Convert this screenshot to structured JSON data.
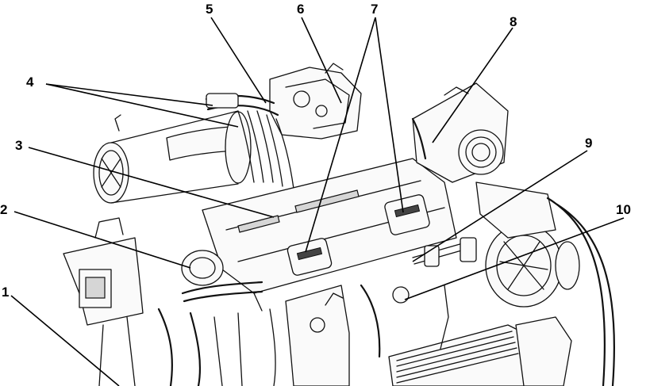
{
  "figure": {
    "callouts": [
      {
        "id": "c1",
        "label": "1"
      },
      {
        "id": "c2",
        "label": "2"
      },
      {
        "id": "c3",
        "label": "3"
      },
      {
        "id": "c4",
        "label": "4"
      },
      {
        "id": "c5",
        "label": "5"
      },
      {
        "id": "c6",
        "label": "6"
      },
      {
        "id": "c7",
        "label": "7"
      },
      {
        "id": "c8",
        "label": "8"
      },
      {
        "id": "c9",
        "label": "9"
      },
      {
        "id": "c10",
        "label": "10"
      }
    ]
  }
}
